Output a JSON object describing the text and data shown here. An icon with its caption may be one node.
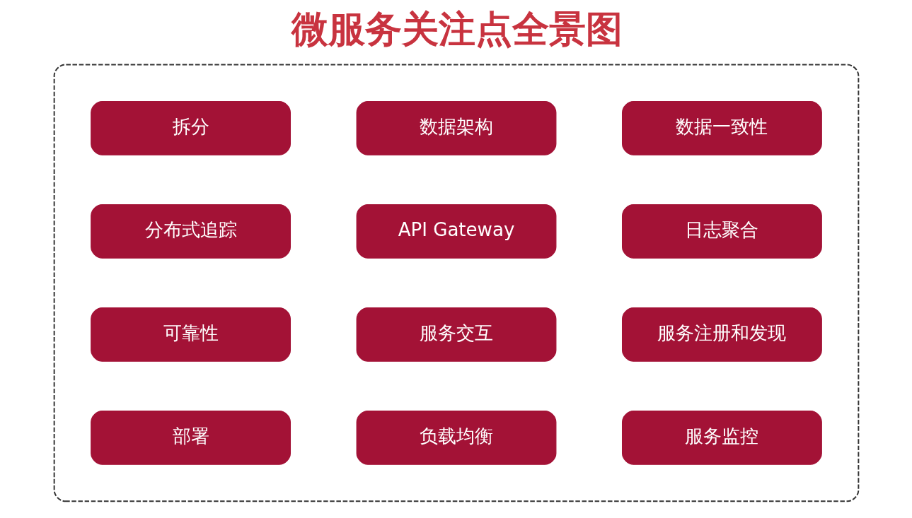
{
  "diagram": {
    "title": "微服务关注点全景图",
    "nodes": [
      {
        "text": [],
        "shape": "box"
      },
      {
        "text": [
          "拆分"
        ],
        "in": 0
      },
      {
        "text": [
          "数据架构"
        ],
        "in": 0
      },
      {
        "text": [
          "数据一致性"
        ],
        "in": 0
      },
      {
        "text": [
          "分布式追踪"
        ],
        "in": 0
      },
      {
        "text": [
          "API Gateway"
        ],
        "in": 0
      },
      {
        "text": [
          "日志聚合"
        ],
        "in": 0
      },
      {
        "text": [
          "可靠性"
        ],
        "in": 0
      },
      {
        "text": [
          "服务交互"
        ],
        "in": 0
      },
      {
        "text": [
          "服务注册和发现"
        ],
        "in": 0
      },
      {
        "text": [
          "部署"
        ],
        "in": 0
      },
      {
        "text": [
          "负载均衡"
        ],
        "in": 0
      },
      {
        "text": [
          "服务监控"
        ],
        "in": 0
      }
    ],
    "edges": []
  }
}
